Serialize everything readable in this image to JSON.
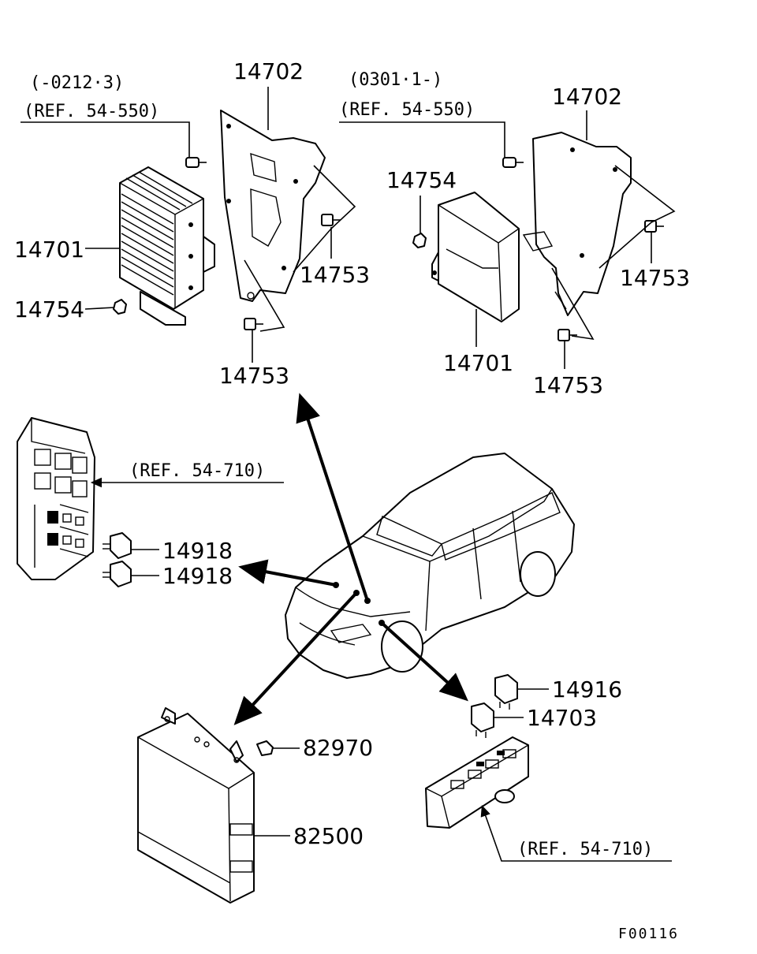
{
  "diagram": {
    "code": "F00116",
    "labels": {
      "l_14702_left": "14702",
      "l_14702_right": "14702",
      "l_14701_left": "14701",
      "l_14701_right": "14701",
      "l_14754_left": "14754",
      "l_14754_right": "14754",
      "l_14753_left_a": "14753",
      "l_14753_left_b": "14753",
      "l_14753_right_a": "14753",
      "l_14753_right_b": "14753",
      "l_14918_a": "14918",
      "l_14918_b": "14918",
      "l_14916": "14916",
      "l_14703": "14703",
      "l_82970": "82970",
      "l_82500": "82500"
    },
    "notes": {
      "date_left": "(-0212·3)",
      "date_right": "(0301·1-)",
      "ref_550_left": "(REF. 54-550)",
      "ref_550_right": "(REF. 54-550)",
      "ref_710_left": "(REF. 54-710)",
      "ref_710_right": "(REF. 54-710)"
    }
  }
}
